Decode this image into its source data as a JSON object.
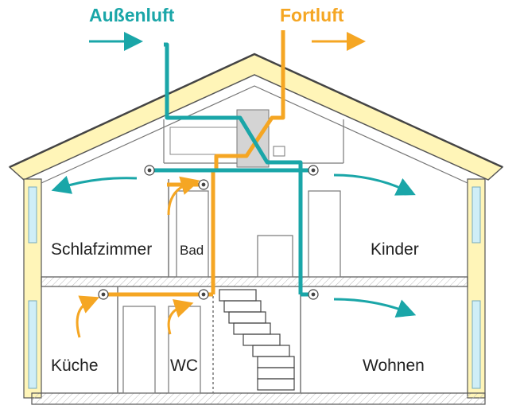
{
  "diagram": {
    "labels": {
      "outside_air": "Außenluft",
      "exhaust_air": "Fortluft"
    },
    "rooms": {
      "bedroom": "Schlafzimmer",
      "bathroom": "Bad",
      "children": "Kinder",
      "kitchen": "Küche",
      "toilet": "WC",
      "living": "Wohnen"
    },
    "colors": {
      "supply_air": "#1aa6a8",
      "exhaust_air": "#f5a623",
      "insulation": "#fff5b8",
      "wall_outline": "#555555",
      "window_glass": "#cfeef7"
    },
    "icons": {
      "supply_arrow": "arrow-right-icon",
      "airflow_arrow": "curved-arrow-icon",
      "valve": "air-valve-icon",
      "heat_recovery_unit": "heat-exchanger-icon"
    }
  }
}
